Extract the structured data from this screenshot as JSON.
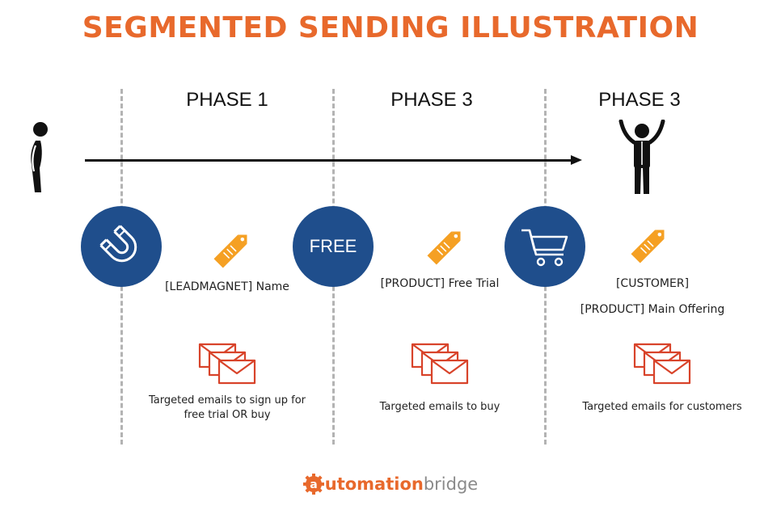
{
  "title": "SEGMENTED SENDING ILLUSTRATION",
  "colors": {
    "title": "#e8692c",
    "circle": "#1f4e8c",
    "tag": "#f5a023",
    "email": "#d8432a",
    "dashed_line": "#b3b3b3",
    "logo_orange": "#e8692c",
    "logo_gray": "#8a8a8a"
  },
  "phases": [
    {
      "label": "PHASE 1"
    },
    {
      "label": "PHASE 3"
    },
    {
      "label": "PHASE 3"
    }
  ],
  "figures": {
    "start": "slumped-person-icon",
    "end": "cheering-person-icon"
  },
  "circles": [
    {
      "icon": "magnet-icon",
      "text": ""
    },
    {
      "icon": "",
      "text": "FREE"
    },
    {
      "icon": "shopping-cart-icon",
      "text": ""
    }
  ],
  "tags": {
    "phase1": "[LEADMAGNET] Name",
    "phase2": "[PRODUCT] Free Trial",
    "phase3_line1": "[CUSTOMER]",
    "phase3_line2": "[PRODUCT] Main Offering"
  },
  "emails": {
    "phase1_line1": "Targeted emails to sign up for",
    "phase1_line2": "free trial OR buy",
    "phase2": "Targeted emails to buy",
    "phase3": "Targeted emails for customers"
  },
  "logo": {
    "part1": "utomation",
    "part2": "bridge",
    "badge_letter": "a"
  }
}
